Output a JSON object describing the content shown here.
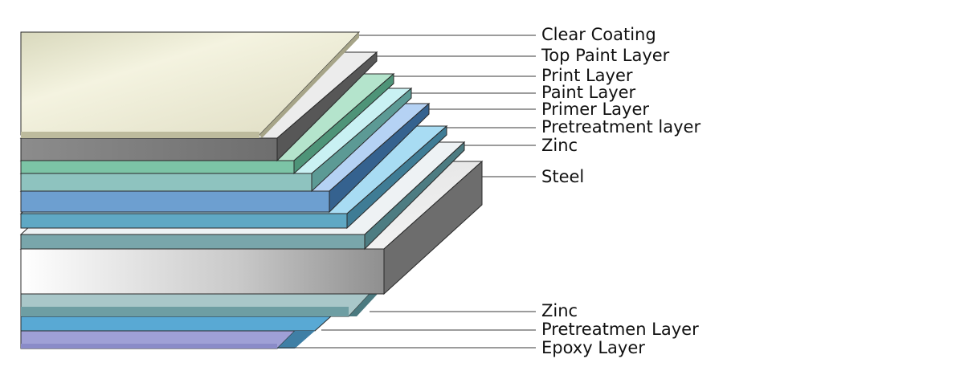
{
  "labels": {
    "clear_coating": "Clear Coating",
    "top_paint": "Top Paint Layer",
    "print": "Print Layer",
    "paint": "Paint Layer",
    "primer": "Primer Layer",
    "pretreatment_top": "Pretreatment layer",
    "zinc_top": "Zinc",
    "steel": "Steel",
    "zinc_bottom": "Zinc",
    "pretreatment_bottom": "Pretreatmen Layer",
    "epoxy": "Epoxy Layer"
  },
  "colors": {
    "clear_coating": "#e9e8d2",
    "top_paint": "#f2f2f2",
    "print": "#bfe8d4",
    "paint": "#d2f3f6",
    "primer": "#c4daf7",
    "pretreatment_top": "#b7e7f7",
    "zinc_top": "#e9eef1",
    "steel": "#f0f0f0",
    "zinc_bottom": "#d4e4e6",
    "pretreatment_bottom": "#a5d6ee",
    "epoxy": "#b5b5e6"
  }
}
